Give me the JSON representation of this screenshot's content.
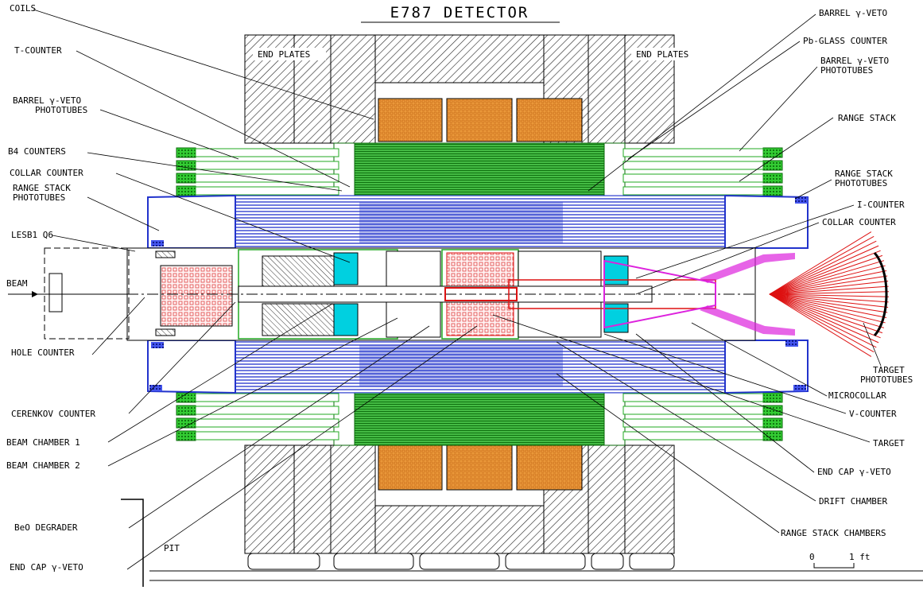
{
  "title": "E787 DETECTOR",
  "labels_left": {
    "coils": "COILS",
    "t_counter": "T-COUNTER",
    "barrel_veto_phototubes_1": "BARREL γ-VETO",
    "barrel_veto_phototubes_2": "PHOTOTUBES",
    "b4_counters": "B4 COUNTERS",
    "collar_counter": "COLLAR COUNTER",
    "range_stack_phototubes_1": "RANGE STACK",
    "range_stack_phototubes_2": "PHOTOTUBES",
    "lesb1_q6": "LESB1 Q6",
    "beam": "BEAM",
    "hole_counter": "HOLE COUNTER",
    "cerenkov_counter": "CERENKOV COUNTER",
    "beam_chamber_1": "BEAM CHAMBER 1",
    "beam_chamber_2": "BEAM CHAMBER 2",
    "beo_degrader": "BeO DEGRADER",
    "pit": "PIT",
    "end_cap_veto": "END CAP γ-VETO"
  },
  "labels_right": {
    "barrel_veto": "BARREL γ-VETO",
    "pb_glass_counter": "Pb-GLASS COUNTER",
    "barrel_veto_phototubes_1": "BARREL γ-VETO",
    "barrel_veto_phototubes_2": "PHOTOTUBES",
    "range_stack": "RANGE STACK",
    "range_stack_phototubes_1": "RANGE STACK",
    "range_stack_phototubes_2": "PHOTOTUBES",
    "i_counter": "I-COUNTER",
    "collar_counter": "COLLAR COUNTER",
    "target_phototubes_1": "TARGET",
    "target_phototubes_2": "PHOTOTUBES",
    "microcollar": "MICROCOLLAR",
    "v_counter": "V-COUNTER",
    "target": "TARGET",
    "end_cap_veto": "END CAP γ-VETO",
    "drift_chamber": "DRIFT CHAMBER",
    "range_stack_chambers": "RANGE STACK CHAMBERS"
  },
  "end_plates_left": "END PLATES",
  "end_plates_right": "END PLATES",
  "scale": {
    "zero": "0",
    "one": "1 ft"
  },
  "colors": {
    "coils": "#f0a040",
    "barrel_veto": "#22aa22",
    "range_stack": "#2233cc",
    "phototubes": "#33cc33",
    "target": "#dd1111",
    "cyan": "#00d0e0",
    "magenta": "#dd22dd"
  }
}
